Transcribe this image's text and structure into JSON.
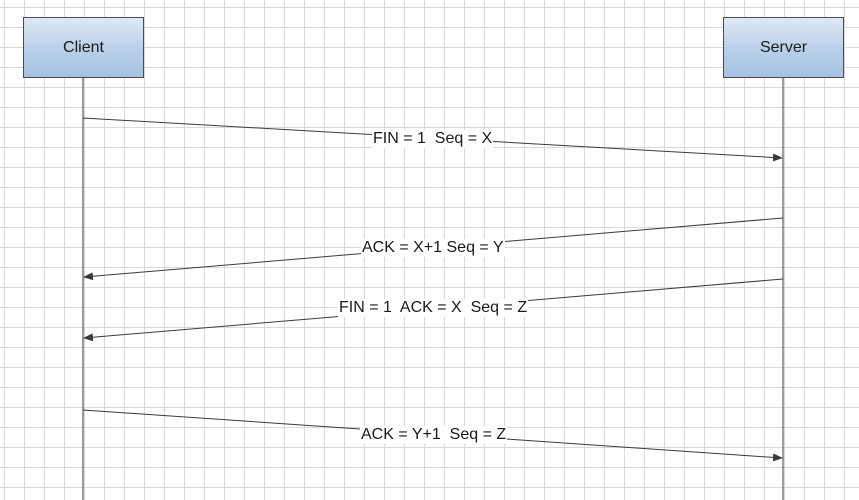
{
  "actors": {
    "client": {
      "label": "Client"
    },
    "server": {
      "label": "Server"
    }
  },
  "messages": [
    {
      "label": "FIN = 1  Seq = X",
      "from": "client",
      "to": "server"
    },
    {
      "label": "ACK = X+1 Seq = Y",
      "from": "server",
      "to": "client"
    },
    {
      "label": "FIN = 1  ACK = X  Seq = Z",
      "from": "server",
      "to": "client"
    },
    {
      "label": "ACK = Y+1  Seq = Z",
      "from": "client",
      "to": "server"
    }
  ],
  "colors": {
    "line": "#3a3a3a",
    "box_fill": "#b8cfe8",
    "grid": "#d9d9d9"
  }
}
